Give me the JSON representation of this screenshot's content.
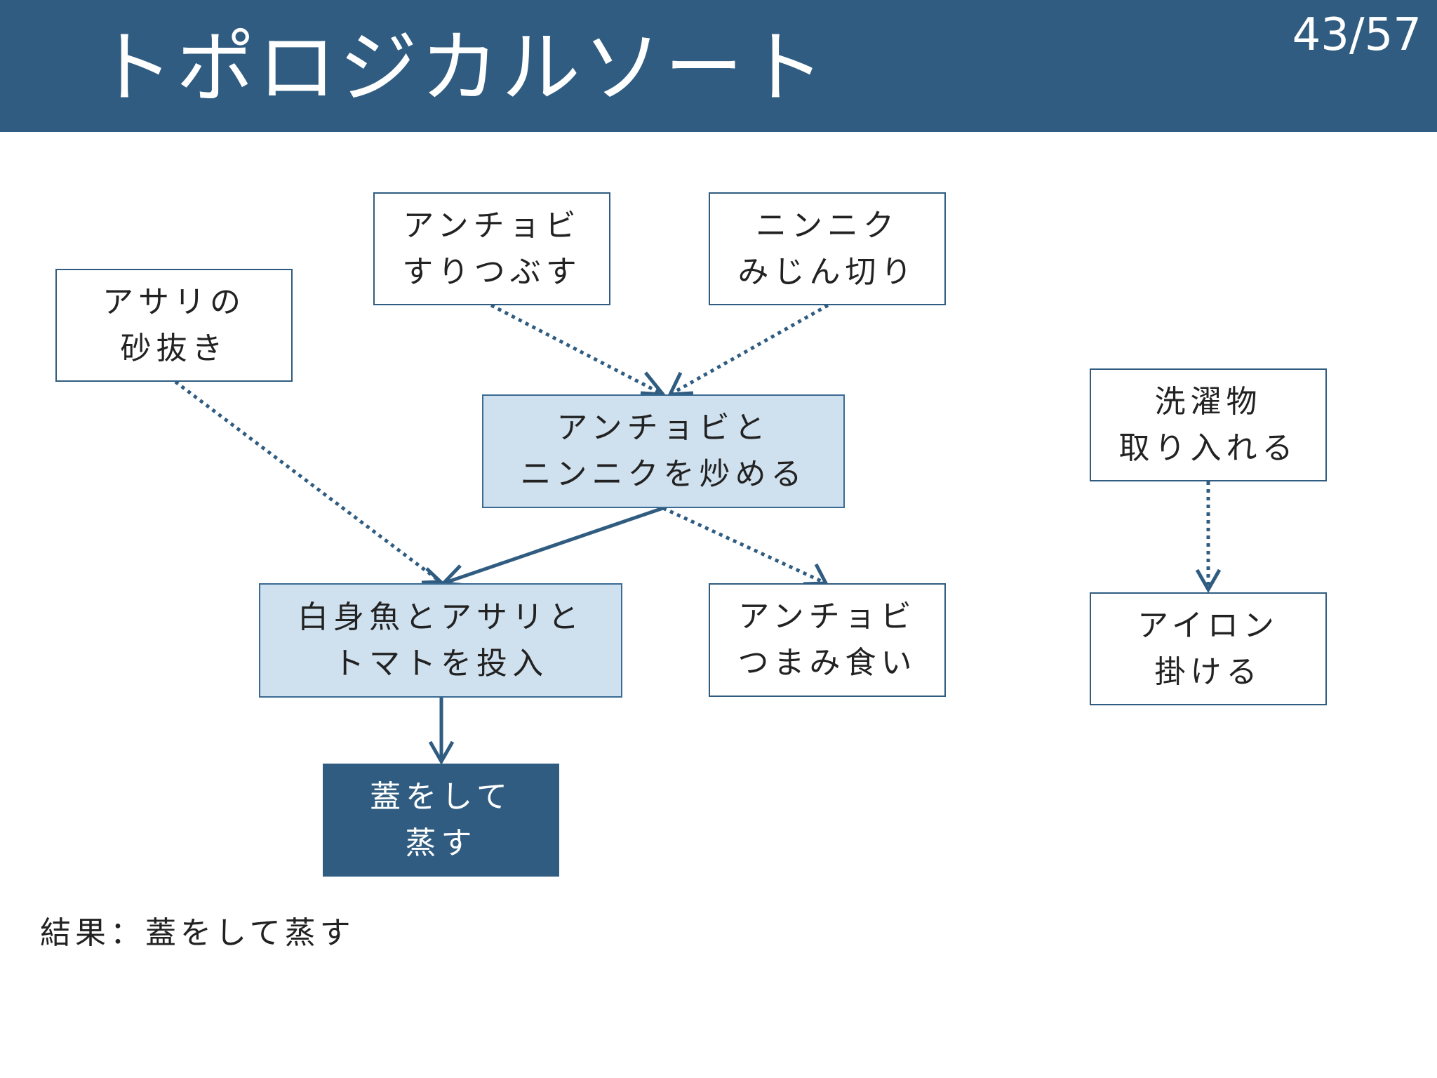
{
  "slide": {
    "title": "トポロジカルソート",
    "page_number": "43/57"
  },
  "nodes": {
    "asari_sunanuki": {
      "line1": "アサリの",
      "line2": "砂抜き"
    },
    "anchovy_surutsubusu": {
      "line1": "アンチョビ",
      "line2": "すりつぶす"
    },
    "garlic_mijingiri": {
      "line1": "ニンニク",
      "line2": "みじん切り"
    },
    "saute": {
      "line1": "アンチョビと",
      "line2": "ニンニクを炒める"
    },
    "add_fish": {
      "line1": "白身魚とアサリと",
      "line2": "トマトを投入"
    },
    "anchovy_snack": {
      "line1": "アンチョビ",
      "line2": "つまみ食い"
    },
    "steam": {
      "line1": "蓋をして",
      "line2": "蒸す"
    },
    "laundry_in": {
      "line1": "洗濯物",
      "line2": "取り入れる"
    },
    "iron": {
      "line1": "アイロン",
      "line2": "掛ける"
    }
  },
  "result": {
    "label": "結果：",
    "value": "蓋をして蒸す"
  },
  "colors": {
    "header": "#2f5c80",
    "edge": "#2f5c80",
    "node_light": "#cfe0ee",
    "node_dark": "#2f5c80"
  }
}
